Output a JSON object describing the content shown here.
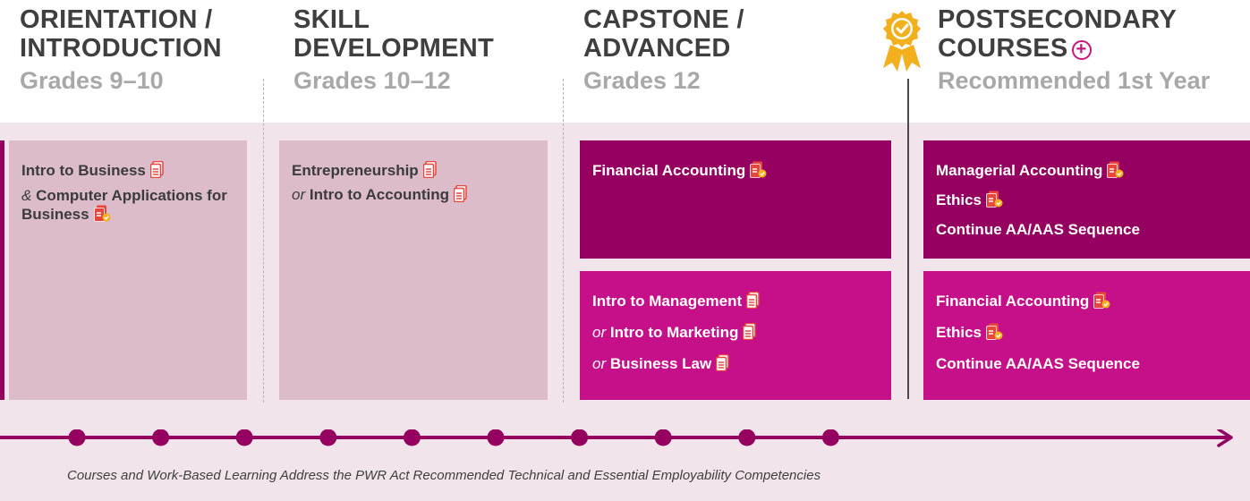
{
  "columns": [
    {
      "title_line1": "ORIENTATION /",
      "title_line2": "INTRODUCTION",
      "grades": "Grades 9–10"
    },
    {
      "title_line1": "SKILL",
      "title_line2": "DEVELOPMENT",
      "grades": "Grades 10–12"
    },
    {
      "title_line1": "CAPSTONE /",
      "title_line2": "ADVANCED",
      "grades": "Grades 12"
    },
    {
      "title_line1": "POSTSECONDARY",
      "title_line2": "COURSES",
      "grades": "Recommended 1st Year"
    }
  ],
  "intro_box": {
    "line1": "Intro to Business",
    "conj": "&",
    "line2": "Computer Applications for Business"
  },
  "skill_box": {
    "line1": "Entrepreneurship",
    "conj": "or",
    "line2": "Intro to Accounting"
  },
  "capstone_top": {
    "line1": "Financial Accounting"
  },
  "capstone_bottom": {
    "line1": "Intro to Management",
    "conj2": "or",
    "line2": "Intro to Marketing",
    "conj3": "or",
    "line3": "Business Law"
  },
  "post_top": {
    "line1": "Managerial Accounting",
    "line2": "Ethics",
    "line3": "Continue AA/AAS Sequence"
  },
  "post_bottom": {
    "line1": "Financial Accounting",
    "line2": "Ethics",
    "line3": "Continue AA/AAS Sequence"
  },
  "timeline_dots": 10,
  "footnote": "Courses and Work-Based Learning Address the PWR Act Recommended Technical and Essential Employability Competencies",
  "colors": {
    "dark_magenta": "#950060",
    "hot_magenta": "#c6108a",
    "light_mauve": "#dcbccb",
    "band": "#f1e4ea",
    "icon_orange": "#e8453c",
    "medal_gold": "#f2b01e"
  }
}
